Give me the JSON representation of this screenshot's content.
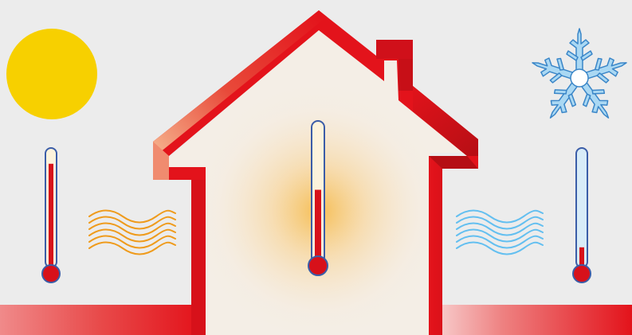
{
  "scene": {
    "background_color": "#ececec",
    "house_wall_color": "#e3131b",
    "interior_glow_color": "#f6b53a",
    "sun_color": "#f7d000",
    "snowflake_color": "#aad8f3",
    "warm_wave_color": "#ef9b1c",
    "cool_wave_color": "#63bff0",
    "thermometers": [
      {
        "name": "outdoor-warm",
        "level": 0.93
      },
      {
        "name": "indoor",
        "level": 0.55
      },
      {
        "name": "outdoor-cold",
        "level": 0.18
      }
    ],
    "icons": [
      "sun-icon",
      "snowflake-icon",
      "warm-air-waves-icon",
      "cold-air-waves-icon",
      "house-icon"
    ]
  }
}
